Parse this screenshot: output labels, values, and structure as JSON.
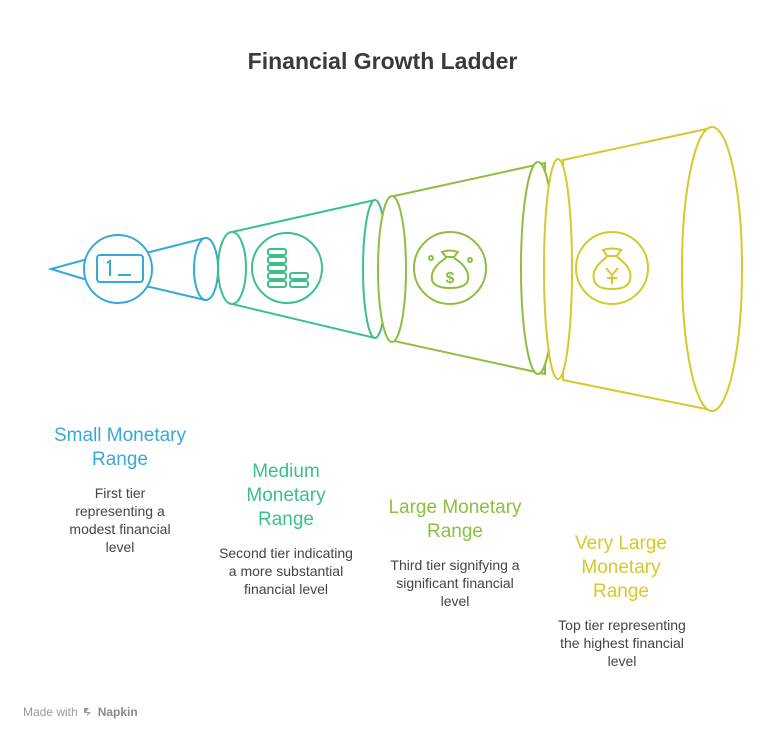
{
  "title": "Financial Growth Ladder",
  "colors": {
    "tier1": "#36a9d4",
    "tier2": "#3cc08b",
    "tier3": "#8cbf3f",
    "tier4": "#d6c92a"
  },
  "tiers": [
    {
      "title": "Small Monetary Range",
      "description": "First tier representing a modest financial level",
      "icon": "card-icon"
    },
    {
      "title": "Medium Monetary Range",
      "description": "Second tier indicating a more substantial financial level",
      "icon": "coin-stacks-icon"
    },
    {
      "title": "Large Monetary Range",
      "description": "Third tier signifying a significant financial level",
      "icon": "dollar-bag-icon"
    },
    {
      "title": "Very Large Monetary Range",
      "description": "Top tier representing the highest financial level",
      "icon": "yen-bag-icon"
    }
  ],
  "footer": {
    "made_with": "Made with",
    "brand": "Napkin"
  }
}
